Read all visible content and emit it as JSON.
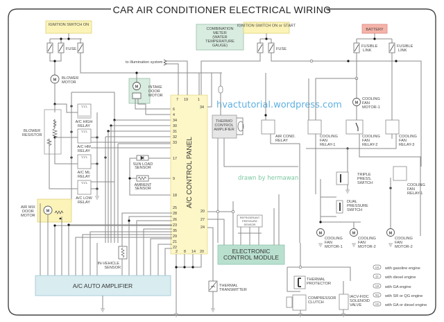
{
  "title": "CAR AIR CONDITIONER ELECTRICAL WIRING",
  "watermarks": {
    "site": "hvactutorial.wordpress.com",
    "author": "drawn by hermawan"
  },
  "colors": {
    "yellow_box": "#fbf3b8",
    "green_box": "#d8ece0",
    "ecm_box": "#b9e0cf",
    "battery_box": "#f5b3a8",
    "amp_box": "#d9ecf0",
    "panel_box": "#fdf6c6",
    "wire": "#8a8a8a"
  },
  "sources": {
    "ign_on": "IGNITION SWITCH ON",
    "ign_on_start": "IGNITION SWITCH ON or START",
    "battery": "BATTERY",
    "combination_meter": [
      "COMBINATION",
      "METER",
      "(WATER",
      "TEMPERATURE",
      "GAUGE)"
    ]
  },
  "fuse_label": "FUSE",
  "fusible_link_label": [
    "FUSIBLE",
    "LINK"
  ],
  "illumination_label": "to illumination system",
  "components": {
    "blower_motor": [
      "BLOWER",
      "MOTOR"
    ],
    "blower_resistor": [
      "BLOWER",
      "RESISTOR"
    ],
    "ac_high_relay": [
      "A/C HIGH",
      "RELAY"
    ],
    "ac_hm_relay": [
      "A/C HM",
      "RELAY"
    ],
    "ac_ml_relay": [
      "A/C ML",
      "RELAY"
    ],
    "ac_low_relay": [
      "A/C LOW",
      "RELAY"
    ],
    "intake_door_motor": [
      "INTAKE",
      "DOOR",
      "MOTOR"
    ],
    "sun_load_sensor": [
      "SUN LOAD",
      "SENSOR"
    ],
    "ambient_sensor": [
      "AMBIENT",
      "SENSOR"
    ],
    "air_mix_door_motor": [
      "AIR MIX",
      "DOOR",
      "MOTOR"
    ],
    "in_vehicle_sensor": [
      "IN-VEHICLE",
      "SENSOR"
    ],
    "ac_control_panel": "A/C CONTROL PANEL",
    "ac_auto_amplifier": "A/C AUTO AMPLIFIER",
    "thermo_control_amplifier": [
      "THERMO",
      "CONTROL",
      "AMPLIFIER"
    ],
    "air_cond_relay": [
      "AIR COND.",
      "RELAY"
    ],
    "cooling_fan_relay_1": [
      "COOLING",
      "FAN",
      "RELAY-1"
    ],
    "cooling_fan_relay_2": [
      "COOLING",
      "FAN",
      "RELAY-2"
    ],
    "cooling_fan_relay_3": [
      "COOLING",
      "FAN",
      "RELAY-3"
    ],
    "cooling_fan_motor_1": [
      "COOLING",
      "FAN",
      "MOTOR-1"
    ],
    "cooling_fan_motor_2": [
      "COOLING",
      "FAN",
      "MOTOR-2"
    ],
    "triple_press_switch": [
      "TRIPLE",
      "PRESS.",
      "SWITCH"
    ],
    "dual_pressure_switch": [
      "DUAL",
      "PRESSURE",
      "SWITCH"
    ],
    "refrigerant_pressure_sensor": [
      "REFRIGERANT",
      "PRESSURE",
      "SENSOR"
    ],
    "ecm": [
      "ELECTRONIC",
      "CONTROL MODULE"
    ],
    "thermal_transmitter": [
      "THERMAL",
      "TRANSMITTER"
    ],
    "thermal_protector": [
      "THERMAL",
      "PROTECTOR"
    ],
    "compressor_clutch": [
      "COMPRESSOR",
      "CLUTCH"
    ],
    "iacv_fidc_valve": [
      "IACV-FIDC",
      "SOLENOID",
      "VALVE"
    ]
  },
  "panel_pins": {
    "top": [
      "7",
      "19",
      "1"
    ],
    "right_top": "34",
    "left": [
      "6",
      "4",
      "34",
      "30",
      "31",
      "32",
      "33",
      "17",
      "9",
      "18",
      "25",
      "28",
      "26",
      "23",
      "35",
      "29",
      "21",
      "22"
    ],
    "right_bottom": [
      "20",
      "27",
      "24"
    ],
    "bottom": [
      "2",
      "8",
      "14",
      "20"
    ]
  },
  "legend": [
    {
      "code": "GS",
      "text": "with gasoline engine"
    },
    {
      "code": "DI",
      "text": "with diesel engine"
    },
    {
      "code": "GA",
      "text": "with GA engine"
    },
    {
      "code": "SQ",
      "text": "with SR or QG engine"
    },
    {
      "code": "GD",
      "text": "with GA or diesel engine"
    }
  ]
}
